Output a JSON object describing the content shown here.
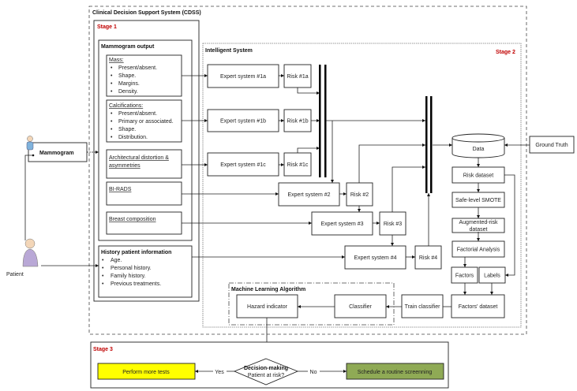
{
  "cdss_title": "Clinical Decision Support System (CDSS)",
  "stage1": {
    "label": "Stage 1",
    "mammogram_output": "Mammogram output",
    "mass": {
      "title": "Mass:",
      "items": [
        "Present/absent.",
        "Shape.",
        "Margins.",
        "Density."
      ]
    },
    "calcifications": {
      "title": "Calcifications:",
      "items": [
        "Present/absent.",
        "Primary or associated.",
        "Shape.",
        "Distribution."
      ]
    },
    "architectural": [
      "Architectural distortion &",
      "asymmetries"
    ],
    "birads": "BI-RADS",
    "breast_composition": "Breast composition",
    "history": {
      "title": "History patient information",
      "items": [
        "Age.",
        "Personal history.",
        "Family history.",
        "Previous treatments."
      ]
    }
  },
  "inputs": {
    "mammogram": "Mammogram",
    "patient": "Patient",
    "ground_truth": "Ground Truth"
  },
  "stage2": {
    "label": "Stage 2",
    "title": "Intelligent System",
    "expert": [
      "Expert system #1a",
      "Expert system #1b",
      "Expert system #1c",
      "Expert system #2",
      "Expert system #3",
      "Expert system #4"
    ],
    "risk": [
      "Risk #1a",
      "Risk #1b",
      "Risk #1c",
      "Risk #2",
      "Risk #3",
      "Risk #4"
    ],
    "data": "Data",
    "risk_dataset": "Risk dataset",
    "smote": "Safe-level SMOTE",
    "augmented": [
      "Augmented-risk",
      "dataset"
    ],
    "factorial": "Factorial Analysis",
    "factors": "Factors",
    "labels": "Labels",
    "factors_dataset": "Factors' dataset",
    "train": "Train classifier",
    "ml": {
      "title": "Machine Learning Algorithm",
      "hazard": "Hazard indicator",
      "classifier": "Classifier"
    }
  },
  "stage3": {
    "label": "Stage 3",
    "decision": "Decision-making",
    "question": "Patient at risk?",
    "yes": "Yes",
    "no": "No",
    "yes_action": "Perform more tests",
    "no_action": "Schedule a routine screenning",
    "yes_color": "#ffff00",
    "no_color": "#8faa55"
  }
}
